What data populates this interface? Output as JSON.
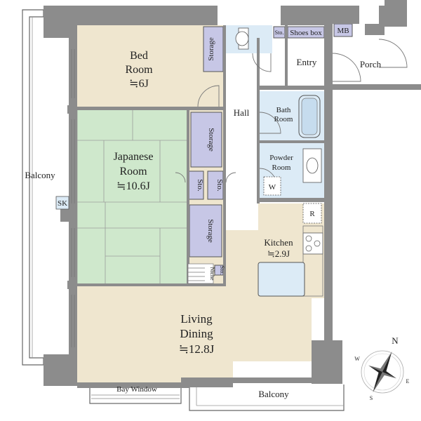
{
  "plan": {
    "rooms": {
      "bedroom": {
        "line1": "Bed",
        "line2": "Room",
        "area": "≒6J"
      },
      "japanese": {
        "line1": "Japanese",
        "line2": "Room",
        "area": "≒10.6J"
      },
      "living": {
        "line1": "Living",
        "line2": "Dining",
        "area": "≒12.8J"
      },
      "kitchen": {
        "name": "Kitchen",
        "area": "≒2.9J"
      },
      "bath": {
        "line1": "Bath",
        "line2": "Room"
      },
      "powder": {
        "line1": "Powder",
        "line2": "Room"
      },
      "hall": "Hall",
      "entry": "Entry",
      "porch": "Porch",
      "balcony_west": "Balcony",
      "balcony_south": "Balcony",
      "bay_window": "Bay Window"
    },
    "fixtures": {
      "storage": "Storage",
      "sto": "Sto.",
      "shoes_box": "Shoes box",
      "mb": "MB",
      "sk": "SK",
      "w": "W",
      "r": "R",
      "niche": "Niche"
    },
    "compass": {
      "n": "N",
      "s": "S",
      "e": "E",
      "w": "W"
    },
    "colors": {
      "wall": "#8c8c8c",
      "wood": "#efe6cf",
      "tatami": "#cfe8cc",
      "wet": "#dcebf6",
      "storage": "#c7c7e6"
    }
  }
}
